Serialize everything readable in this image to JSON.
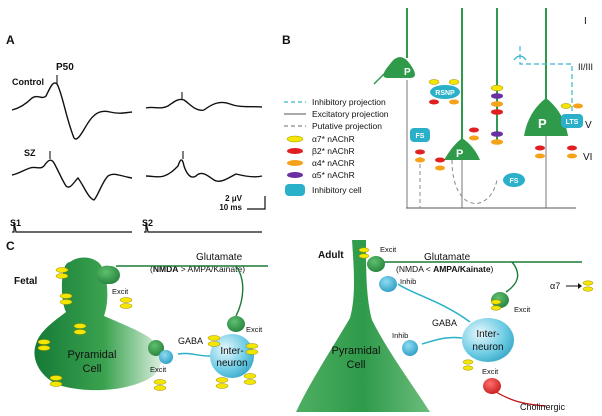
{
  "panels": {
    "a": "A",
    "b": "B",
    "c": "C"
  },
  "panel_a": {
    "p50": "P50",
    "control": "Control",
    "sz": "SZ",
    "s1": "S1",
    "s2": "S2",
    "scale_amp": "2 μV",
    "scale_time": "10 ms"
  },
  "panel_b": {
    "layers": [
      "I",
      "II/III",
      "V",
      "VI"
    ],
    "cells": {
      "pyramidal": "P",
      "rsnp": "RSNP",
      "fs": "FS",
      "lts": "LTS"
    },
    "legend": [
      {
        "label": "Inhibitory projection",
        "kind": "dash-cyan"
      },
      {
        "label": "Excitatory projection",
        "kind": "line-gray"
      },
      {
        "label": "Putative projection",
        "kind": "dash-gray"
      },
      {
        "label": "α7* nAChR",
        "kind": "receptor",
        "color": "#f3e600"
      },
      {
        "label": "β2* nAChR",
        "kind": "receptor",
        "color": "#e02020"
      },
      {
        "label": "α4* nAChR",
        "kind": "receptor",
        "color": "#f4a21a"
      },
      {
        "label": "α5* nAChR",
        "kind": "receptor",
        "color": "#6a2fa0"
      },
      {
        "label": "Inhibitory cell",
        "kind": "cell",
        "color": "#2ab0c8"
      }
    ]
  },
  "panel_c": {
    "fetal": {
      "title": "Fetal",
      "glutamate": "Glutamate",
      "ratio_pre": "(",
      "ratio_bold1": "NMDA",
      "ratio_mid": " > AMPA/Kainate)",
      "excit": "Excit",
      "gaba": "GABA",
      "pyr_line1": "Pyramidal",
      "pyr_line2": "Cell",
      "inter_line1": "Inter-",
      "inter_line2": "neuron"
    },
    "adult": {
      "title": "Adult",
      "glutamate": "Glutamate",
      "ratio_pre": "(NMDA < ",
      "ratio_bold": "AMPA/Kainate",
      "ratio_post": ")",
      "excit": "Excit",
      "inhib": "Inhib",
      "gaba": "GABA",
      "pyr_line1": "Pyramidal",
      "pyr_line2": "Cell",
      "inter_line1": "Inter-",
      "inter_line2": "neuron",
      "cholinergic": "Cholinergic",
      "a7": "α7"
    }
  },
  "colors": {
    "green": "#2e9a4a",
    "green_dark": "#1d7a36",
    "blue": "#2ab0c8",
    "cyan_dash": "#39b3cf",
    "red": "#e02020",
    "yellow": "#f3e600",
    "purple": "#6a2fa0",
    "orange": "#f4a21a"
  }
}
